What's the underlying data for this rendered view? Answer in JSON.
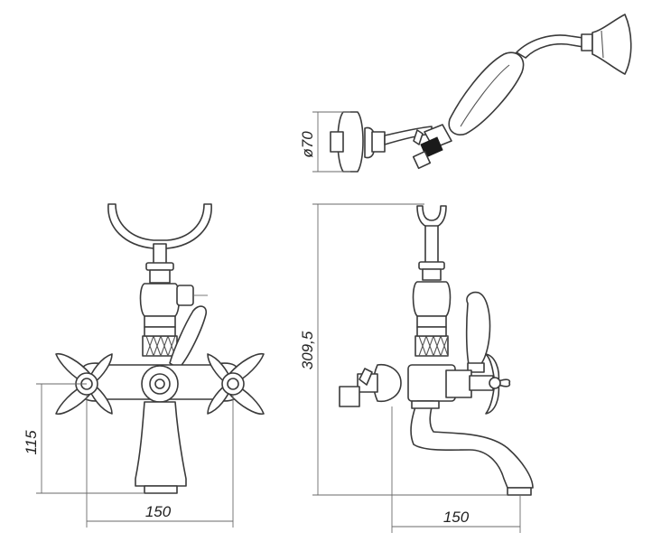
{
  "dimensions": {
    "front_height": "115",
    "front_width": "150",
    "side_height": "309,5",
    "side_width": "150",
    "shower_head_diameter": "ø70"
  }
}
